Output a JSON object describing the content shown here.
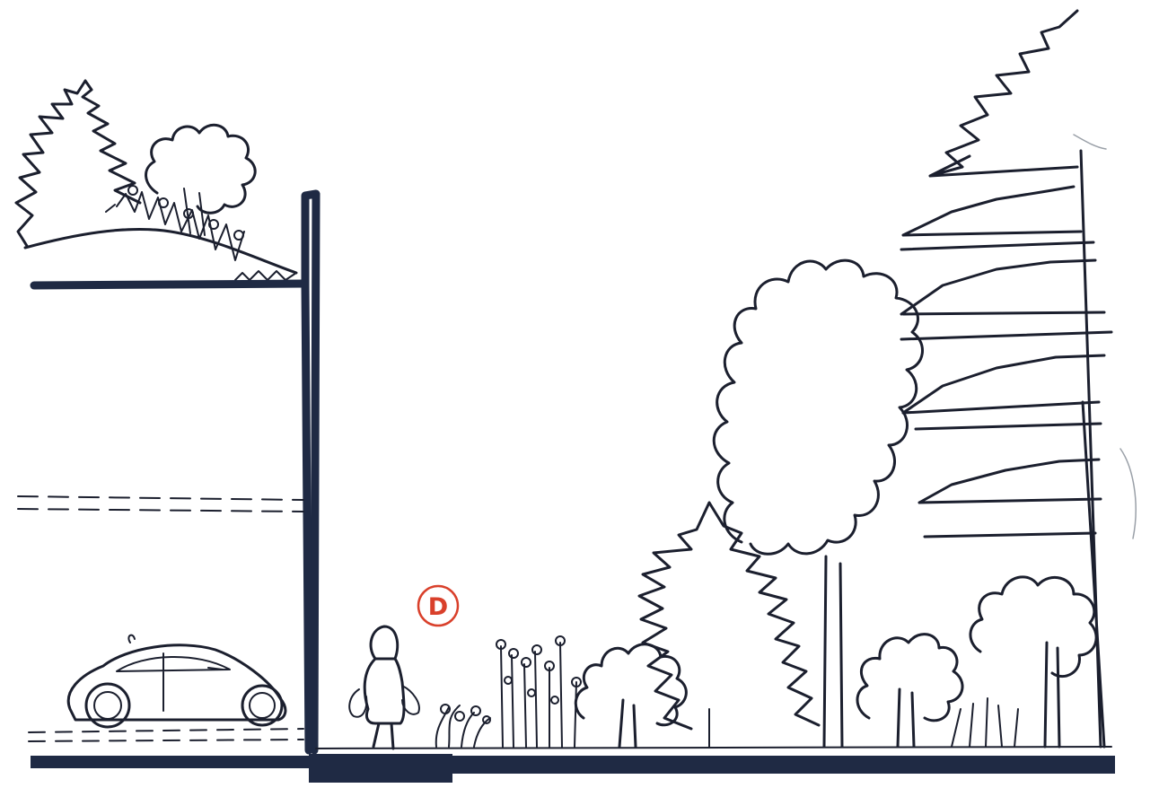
{
  "marker": {
    "label": "D",
    "color": "#d9402b"
  },
  "colors": {
    "ink": "#1b1f2e",
    "slab": "#1f2a44"
  },
  "elements": [
    "roof-garden",
    "wall",
    "parked-car",
    "pedestrian",
    "planting-strip",
    "forest-edge"
  ]
}
